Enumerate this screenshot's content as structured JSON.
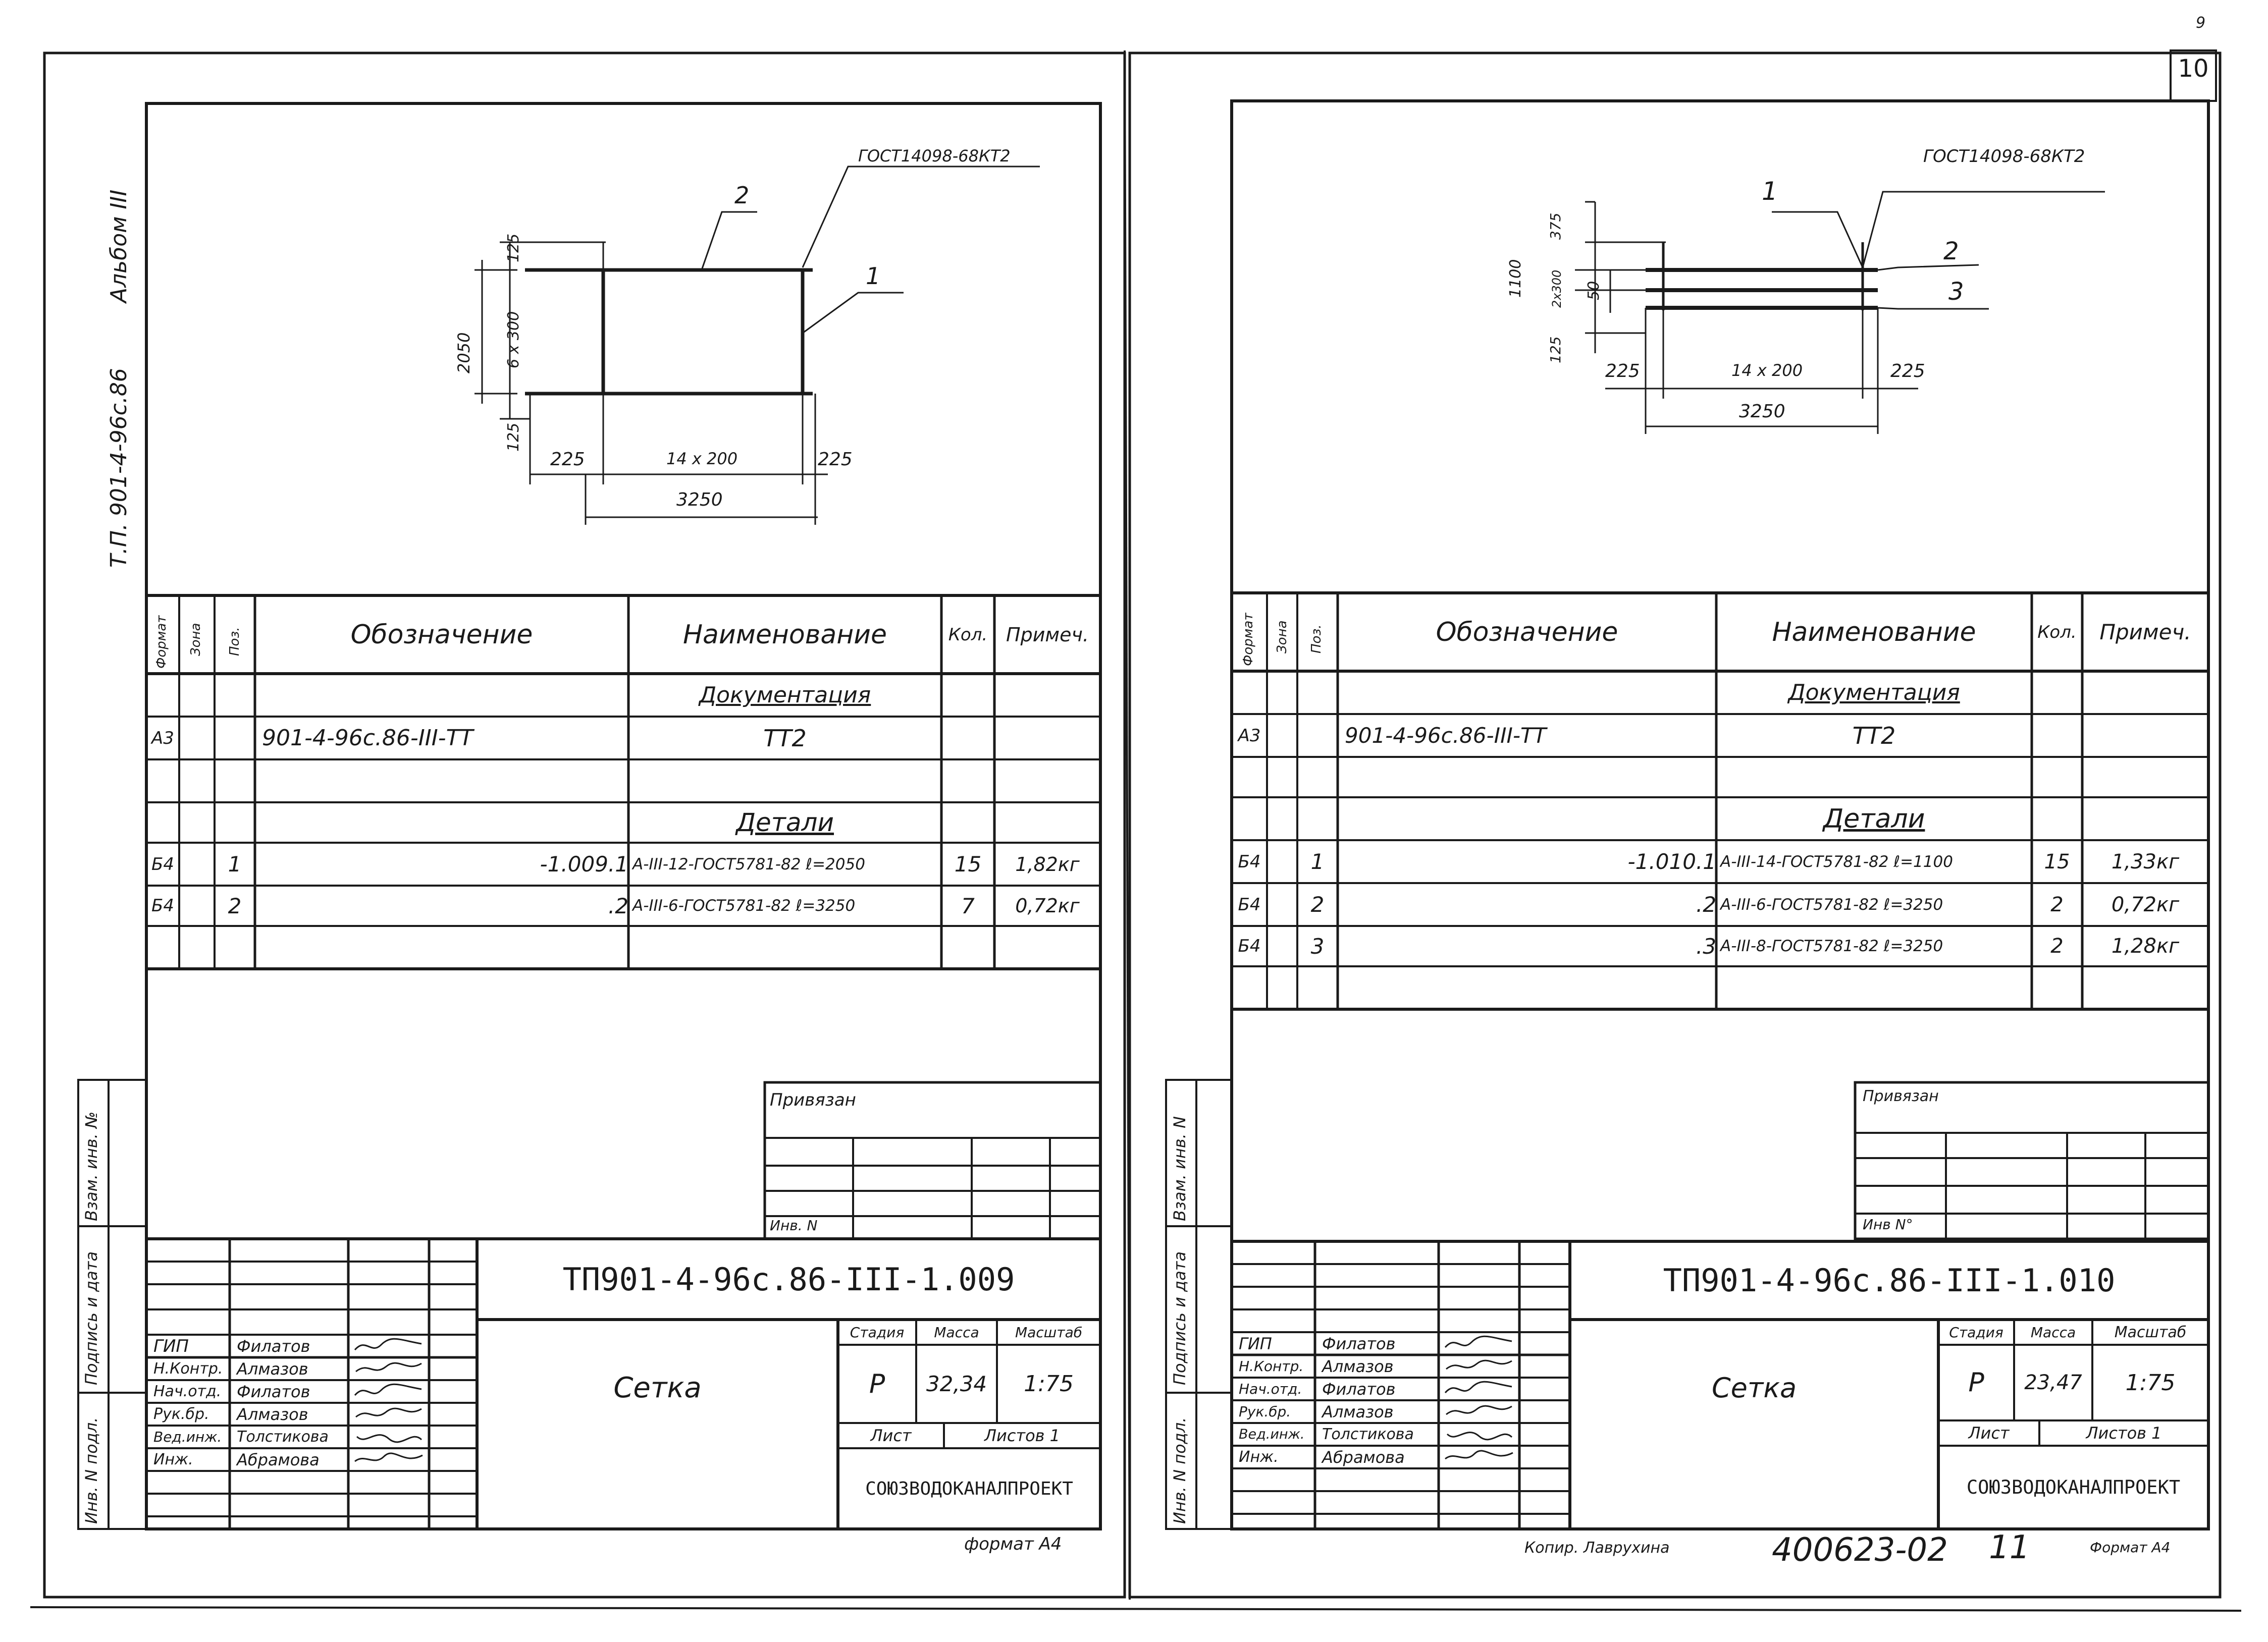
{
  "sheet_number": "10",
  "corner_note": "9",
  "footer": {
    "format_left": "формат А4",
    "copied_by": "Копир. Лаврухина",
    "inventory_number": "400623-02",
    "page_number": "11",
    "format_right": "Формат А4"
  },
  "left_sheet": {
    "album_code": "Т.П. 901-4-96с.86",
    "album_label": "Альбом III",
    "drawing": {
      "gost_callout": "ГОСТ14098-68КТ2",
      "pos_labels": [
        "2",
        "1"
      ],
      "height_total": "2050",
      "height_top": "125",
      "height_mid": "6 x 300",
      "height_bottom": "125",
      "width_left": "225",
      "width_mid": "14 x 200",
      "width_right": "225",
      "width_total": "3250"
    },
    "spec": {
      "headers": {
        "format": "Формат",
        "zone": "Зона",
        "pos": "Поз.",
        "designation": "Обозначение",
        "name": "Наименование",
        "qty": "Кол.",
        "note": "Примеч."
      },
      "rows": [
        {
          "format": "",
          "zone": "",
          "pos": "",
          "designation": "",
          "name": "Документация",
          "qty": "",
          "note": "",
          "section": true
        },
        {
          "format": "А3",
          "zone": "",
          "pos": "",
          "designation": "901-4-96с.86-III-ТТ",
          "name": "ТТ2",
          "qty": "",
          "note": "",
          "section": false
        },
        {
          "format": "",
          "zone": "",
          "pos": "",
          "designation": "",
          "name": "",
          "qty": "",
          "note": "",
          "section": false
        },
        {
          "format": "",
          "zone": "",
          "pos": "",
          "designation": "",
          "name": "Детали",
          "qty": "",
          "note": "",
          "section": true
        },
        {
          "format": "Б4",
          "zone": "",
          "pos": "1",
          "designation": "-1.009.1",
          "name": "А-III-12-ГОСТ5781-82 ℓ=2050",
          "qty": "15",
          "note": "1,82кг",
          "section": false
        },
        {
          "format": "Б4",
          "zone": "",
          "pos": "2",
          "designation": ".2",
          "name": "А-III-6-ГОСТ5781-82 ℓ=3250",
          "qty": "7",
          "note": "0,72кг",
          "section": false
        },
        {
          "format": "",
          "zone": "",
          "pos": "",
          "designation": "",
          "name": "",
          "qty": "",
          "note": "",
          "section": false
        }
      ]
    },
    "privyazan": "Привязан",
    "inv_no": "Инв. N",
    "side_labels": [
      "Взам. инв. №",
      "Подпись и дата",
      "Инв. N подл."
    ],
    "title_block": {
      "code": "ТП901-4-96с.86-III-1.009",
      "name": "Сетка",
      "stage_header": "Стадия",
      "mass_header": "Масса",
      "scale_header": "Масштаб",
      "stage": "Р",
      "mass": "32,34",
      "scale": "1:75",
      "sheet_label": "Лист",
      "sheets_label": "Листов 1",
      "org": "СОЮЗВОДОКАНАЛПРОЕКТ",
      "people": [
        {
          "role": "ГИП",
          "name": "Филатов"
        },
        {
          "role": "Н.Контр.",
          "name": "Алмазов"
        },
        {
          "role": "Нач.отд.",
          "name": "Филатов"
        },
        {
          "role": "Рук.бр.",
          "name": "Алмазов"
        },
        {
          "role": "Вед.инж.",
          "name": "Толстикова"
        },
        {
          "role": "Инж.",
          "name": "Абрамова"
        }
      ]
    }
  },
  "right_sheet": {
    "drawing": {
      "gost_callout": "ГОСТ14098-68КТ2",
      "pos_labels": [
        "1",
        "2",
        "3"
      ],
      "height_total": "1100",
      "height_top": "375",
      "height_mid": "2x300",
      "height_inner": "50",
      "height_bottom": "125",
      "width_left": "225",
      "width_mid": "14 x 200",
      "width_right": "225",
      "width_total": "3250"
    },
    "spec": {
      "headers": {
        "format": "Формат",
        "zone": "Зона",
        "pos": "Поз.",
        "designation": "Обозначение",
        "name": "Наименование",
        "qty": "Кол.",
        "note": "Примеч."
      },
      "rows": [
        {
          "format": "",
          "zone": "",
          "pos": "",
          "designation": "",
          "name": "Документация",
          "qty": "",
          "note": "",
          "section": true
        },
        {
          "format": "А3",
          "zone": "",
          "pos": "",
          "designation": "901-4-96с.86-III-ТТ",
          "name": "ТТ2",
          "qty": "",
          "note": "",
          "section": false
        },
        {
          "format": "",
          "zone": "",
          "pos": "",
          "designation": "",
          "name": "",
          "qty": "",
          "note": "",
          "section": false
        },
        {
          "format": "",
          "zone": "",
          "pos": "",
          "designation": "",
          "name": "Детали",
          "qty": "",
          "note": "",
          "section": true
        },
        {
          "format": "Б4",
          "zone": "",
          "pos": "1",
          "designation": "-1.010.1",
          "name": "А-III-14-ГОСТ5781-82 ℓ=1100",
          "qty": "15",
          "note": "1,33кг",
          "section": false
        },
        {
          "format": "Б4",
          "zone": "",
          "pos": "2",
          "designation": ".2",
          "name": "А-III-6-ГОСТ5781-82 ℓ=3250",
          "qty": "2",
          "note": "0,72кг",
          "section": false
        },
        {
          "format": "Б4",
          "zone": "",
          "pos": "3",
          "designation": ".3",
          "name": "А-III-8-ГОСТ5781-82 ℓ=3250",
          "qty": "2",
          "note": "1,28кг",
          "section": false
        },
        {
          "format": "",
          "zone": "",
          "pos": "",
          "designation": "",
          "name": "",
          "qty": "",
          "note": "",
          "section": false
        }
      ]
    },
    "privyazan": "Привязан",
    "inv_no": "Инв N°",
    "side_labels": [
      "Взам. инв. N",
      "Подпись и дата",
      "Инв. N подл."
    ],
    "title_block": {
      "code": "ТП901-4-96с.86-III-1.010",
      "name": "Сетка",
      "stage_header": "Стадия",
      "mass_header": "Масса",
      "scale_header": "Масштаб",
      "stage": "Р",
      "mass": "23,47",
      "scale": "1:75",
      "sheet_label": "Лист",
      "sheets_label": "Листов 1",
      "org": "СОЮЗВОДОКАНАЛПРОЕКТ",
      "people": [
        {
          "role": "ГИП",
          "name": "Филатов"
        },
        {
          "role": "Н.Контр.",
          "name": "Алмазов"
        },
        {
          "role": "Нач.отд.",
          "name": "Филатов"
        },
        {
          "role": "Рук.бр.",
          "name": "Алмазов"
        },
        {
          "role": "Вед.инж.",
          "name": "Толстикова"
        },
        {
          "role": "Инж.",
          "name": "Абрамова"
        }
      ]
    }
  }
}
